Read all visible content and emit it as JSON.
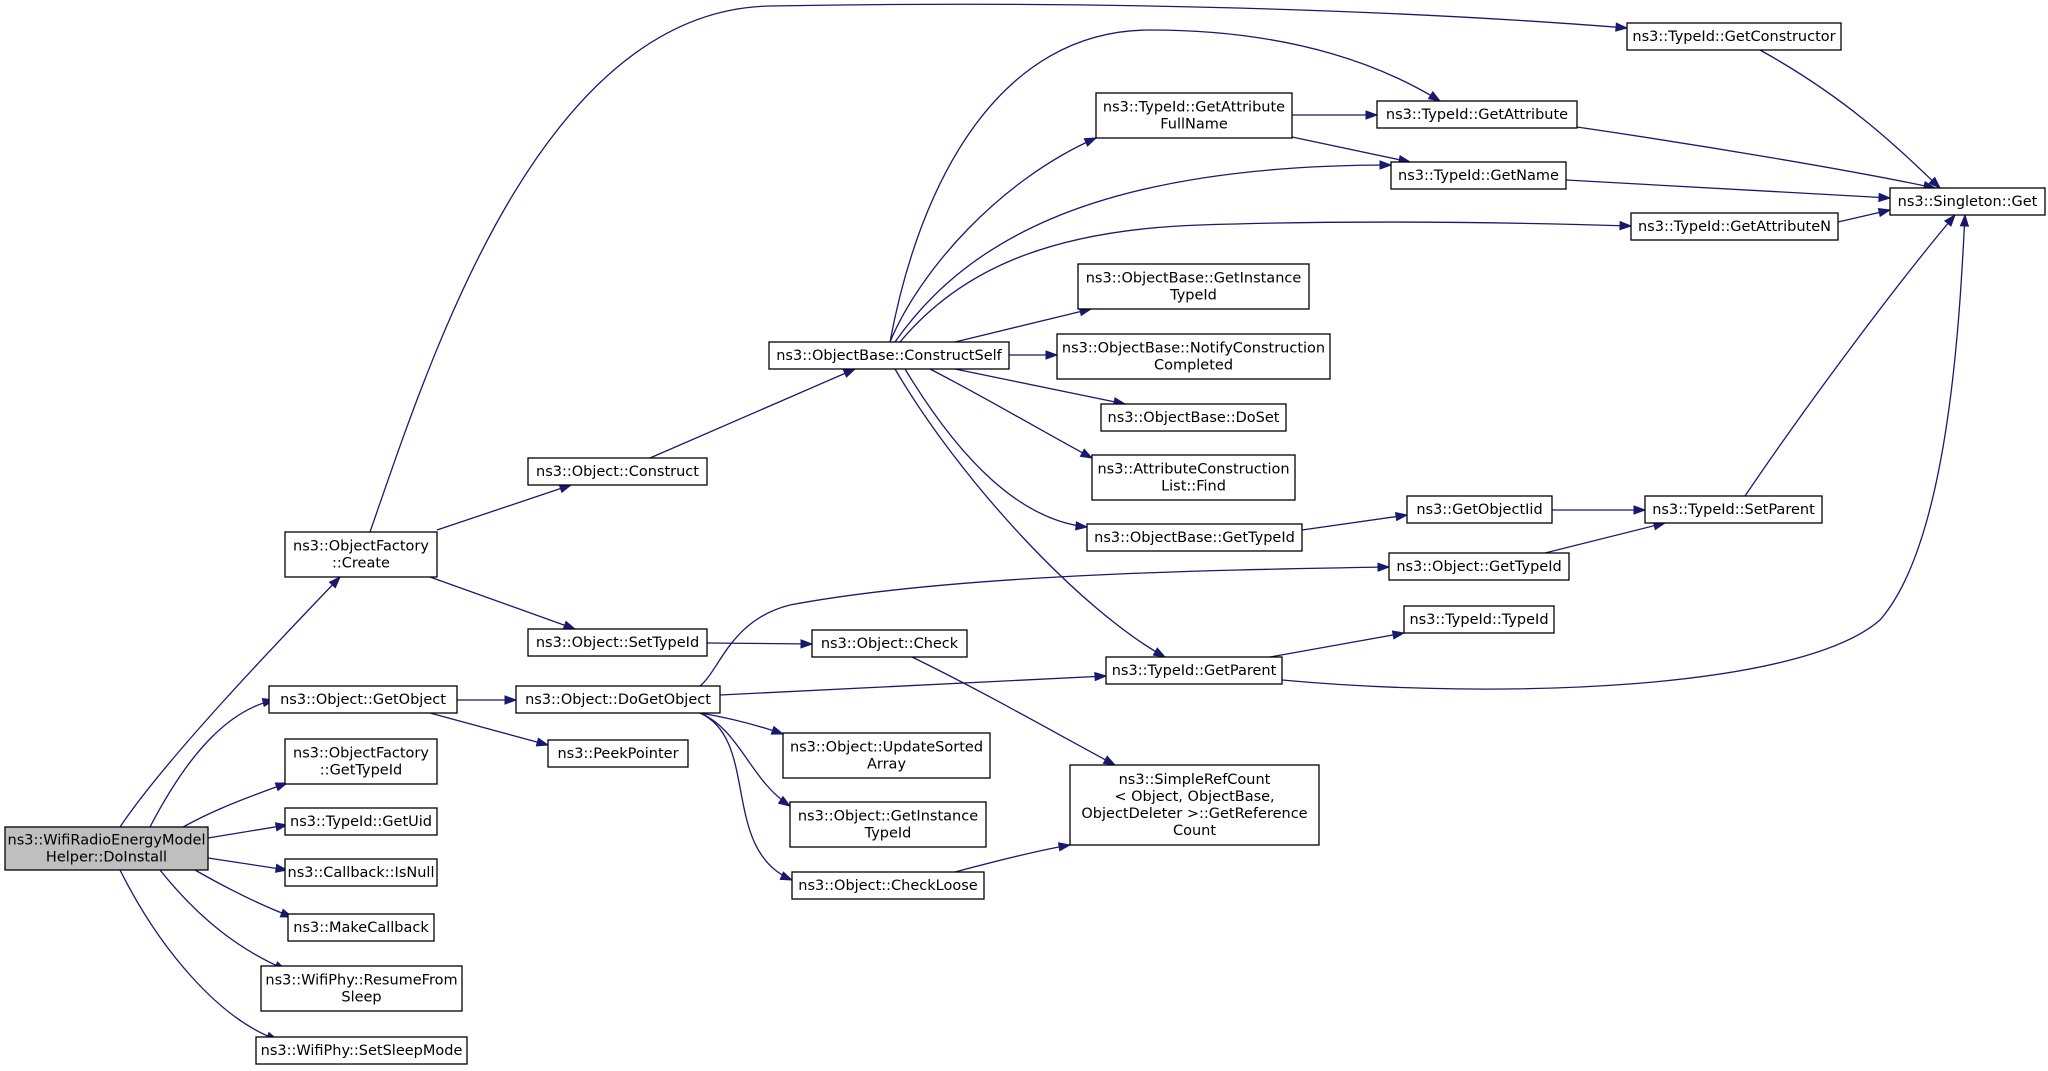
{
  "nodes": [
    {
      "id": "root",
      "lines": [
        "ns3::WifiRadioEnergyModel",
        "Helper::DoInstall"
      ],
      "root": true
    },
    {
      "id": "of_create",
      "lines": [
        "ns3::ObjectFactory",
        "::Create"
      ]
    },
    {
      "id": "obj_getobject",
      "lines": [
        "ns3::Object::GetObject"
      ]
    },
    {
      "id": "of_gettypeid",
      "lines": [
        "ns3::ObjectFactory",
        "::GetTypeId"
      ]
    },
    {
      "id": "tid_getuid",
      "lines": [
        "ns3::TypeId::GetUid"
      ]
    },
    {
      "id": "cb_isnull",
      "lines": [
        "ns3::Callback::IsNull"
      ]
    },
    {
      "id": "makecallback",
      "lines": [
        "ns3::MakeCallback"
      ]
    },
    {
      "id": "wp_resume",
      "lines": [
        "ns3::WifiPhy::ResumeFrom",
        "Sleep"
      ]
    },
    {
      "id": "wp_sleep",
      "lines": [
        "ns3::WifiPhy::SetSleepMode"
      ]
    },
    {
      "id": "obj_construct",
      "lines": [
        "ns3::Object::Construct"
      ]
    },
    {
      "id": "obj_settypeid",
      "lines": [
        "ns3::Object::SetTypeId"
      ]
    },
    {
      "id": "obj_dogetobject",
      "lines": [
        "ns3::Object::DoGetObject"
      ]
    },
    {
      "id": "peekpointer",
      "lines": [
        "ns3::PeekPointer"
      ]
    },
    {
      "id": "ob_constructself",
      "lines": [
        "ns3::ObjectBase::ConstructSelf"
      ]
    },
    {
      "id": "obj_check",
      "lines": [
        "ns3::Object::Check"
      ]
    },
    {
      "id": "obj_updatesorted",
      "lines": [
        "ns3::Object::UpdateSorted",
        "Array"
      ]
    },
    {
      "id": "obj_getinstance",
      "lines": [
        "ns3::Object::GetInstance",
        "TypeId"
      ]
    },
    {
      "id": "obj_checkloose",
      "lines": [
        "ns3::Object::CheckLoose"
      ]
    },
    {
      "id": "tid_getattrfull",
      "lines": [
        "ns3::TypeId::GetAttribute",
        "FullName"
      ]
    },
    {
      "id": "ob_getinstance",
      "lines": [
        "ns3::ObjectBase::GetInstance",
        "TypeId"
      ]
    },
    {
      "id": "ob_notify",
      "lines": [
        "ns3::ObjectBase::NotifyConstruction",
        "Completed"
      ]
    },
    {
      "id": "ob_doset",
      "lines": [
        "ns3::ObjectBase::DoSet"
      ]
    },
    {
      "id": "acl_find",
      "lines": [
        "ns3::AttributeConstruction",
        "List::Find"
      ]
    },
    {
      "id": "ob_gettypeid",
      "lines": [
        "ns3::ObjectBase::GetTypeId"
      ]
    },
    {
      "id": "tid_getparent",
      "lines": [
        "ns3::TypeId::GetParent"
      ]
    },
    {
      "id": "simplerefcount",
      "lines": [
        "ns3::SimpleRefCount",
        "< Object, ObjectBase,",
        " ObjectDeleter >::GetReference",
        "Count"
      ]
    },
    {
      "id": "tid_getattribute",
      "lines": [
        "ns3::TypeId::GetAttribute"
      ]
    },
    {
      "id": "tid_getname",
      "lines": [
        "ns3::TypeId::GetName"
      ]
    },
    {
      "id": "getobjectiid",
      "lines": [
        "ns3::GetObjectIid"
      ]
    },
    {
      "id": "obj_gettypeid",
      "lines": [
        "ns3::Object::GetTypeId"
      ]
    },
    {
      "id": "tid_typeid",
      "lines": [
        "ns3::TypeId::TypeId"
      ]
    },
    {
      "id": "tid_getconstructor",
      "lines": [
        "ns3::TypeId::GetConstructor"
      ]
    },
    {
      "id": "tid_getattributen",
      "lines": [
        "ns3::TypeId::GetAttributeN"
      ]
    },
    {
      "id": "tid_setparent",
      "lines": [
        "ns3::TypeId::SetParent"
      ]
    },
    {
      "id": "singleton_get",
      "lines": [
        "ns3::Singleton::Get"
      ]
    }
  ],
  "edges": [
    [
      "root",
      "of_create"
    ],
    [
      "root",
      "obj_getobject"
    ],
    [
      "root",
      "of_gettypeid"
    ],
    [
      "root",
      "tid_getuid"
    ],
    [
      "root",
      "cb_isnull"
    ],
    [
      "root",
      "makecallback"
    ],
    [
      "root",
      "wp_resume"
    ],
    [
      "root",
      "wp_sleep"
    ],
    [
      "of_create",
      "obj_construct"
    ],
    [
      "of_create",
      "obj_settypeid"
    ],
    [
      "of_create",
      "tid_getconstructor"
    ],
    [
      "obj_construct",
      "ob_constructself"
    ],
    [
      "obj_settypeid",
      "obj_check"
    ],
    [
      "obj_getobject",
      "obj_dogetobject"
    ],
    [
      "obj_getobject",
      "peekpointer"
    ],
    [
      "obj_dogetobject",
      "obj_gettypeid"
    ],
    [
      "obj_dogetobject",
      "tid_getparent"
    ],
    [
      "obj_dogetobject",
      "obj_updatesorted"
    ],
    [
      "obj_dogetobject",
      "obj_getinstance"
    ],
    [
      "obj_dogetobject",
      "obj_checkloose"
    ],
    [
      "ob_constructself",
      "tid_getattrfull"
    ],
    [
      "ob_constructself",
      "tid_getattribute"
    ],
    [
      "ob_constructself",
      "tid_getname"
    ],
    [
      "ob_constructself",
      "tid_getattributen"
    ],
    [
      "ob_constructself",
      "ob_getinstance"
    ],
    [
      "ob_constructself",
      "ob_notify"
    ],
    [
      "ob_constructself",
      "ob_doset"
    ],
    [
      "ob_constructself",
      "acl_find"
    ],
    [
      "ob_constructself",
      "ob_gettypeid"
    ],
    [
      "ob_constructself",
      "tid_getparent"
    ],
    [
      "tid_getattrfull",
      "tid_getattribute"
    ],
    [
      "tid_getattrfull",
      "tid_getname"
    ],
    [
      "tid_getattribute",
      "singleton_get"
    ],
    [
      "tid_getname",
      "singleton_get"
    ],
    [
      "tid_getattributen",
      "singleton_get"
    ],
    [
      "tid_getconstructor",
      "singleton_get"
    ],
    [
      "ob_gettypeid",
      "getobjectiid"
    ],
    [
      "getobjectiid",
      "tid_setparent"
    ],
    [
      "obj_gettypeid",
      "tid_setparent"
    ],
    [
      "tid_setparent",
      "singleton_get"
    ],
    [
      "tid_getparent",
      "tid_typeid"
    ],
    [
      "tid_getparent",
      "singleton_get"
    ],
    [
      "obj_check",
      "simplerefcount"
    ],
    [
      "obj_checkloose",
      "simplerefcount"
    ]
  ]
}
